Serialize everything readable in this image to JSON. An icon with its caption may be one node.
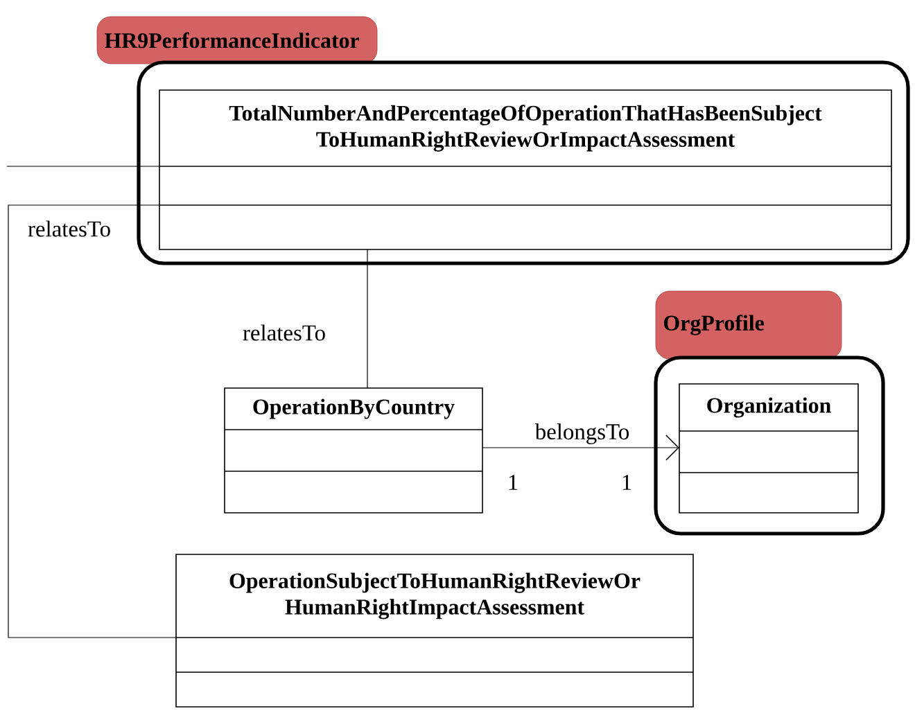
{
  "diagram": {
    "nodes": [
      {
        "text": [
          "HR9PerformanceIndicator"
        ]
      },
      {
        "text": [
          "TotalNumberAndPercentageOfOperationThatHasBeenSubject ToHumanRightReviewOrImpactAssessment"
        ],
        "in": 0
      },
      {
        "text": [
          "OrgProfile"
        ]
      },
      {
        "text": [
          "Organization"
        ],
        "in": 2
      },
      {
        "text": [
          "OperationByCountry"
        ]
      },
      {
        "text": [
          "OperationSubjectToHumanRightReviewOr HumanRightImpactAssessment"
        ]
      }
    ],
    "edges": [
      {
        "from": null,
        "to": 1,
        "arrow": "none"
      },
      {
        "from": 1,
        "to": 4,
        "arrow": "none",
        "label": "relatesTo"
      },
      {
        "from": 1,
        "to": 5,
        "arrow": "none",
        "label": "relatesTo"
      },
      {
        "from": 4,
        "to": 3,
        "arrow": "to",
        "label": "belongsTo"
      }
    ],
    "labels": [
      "1",
      "1"
    ]
  }
}
